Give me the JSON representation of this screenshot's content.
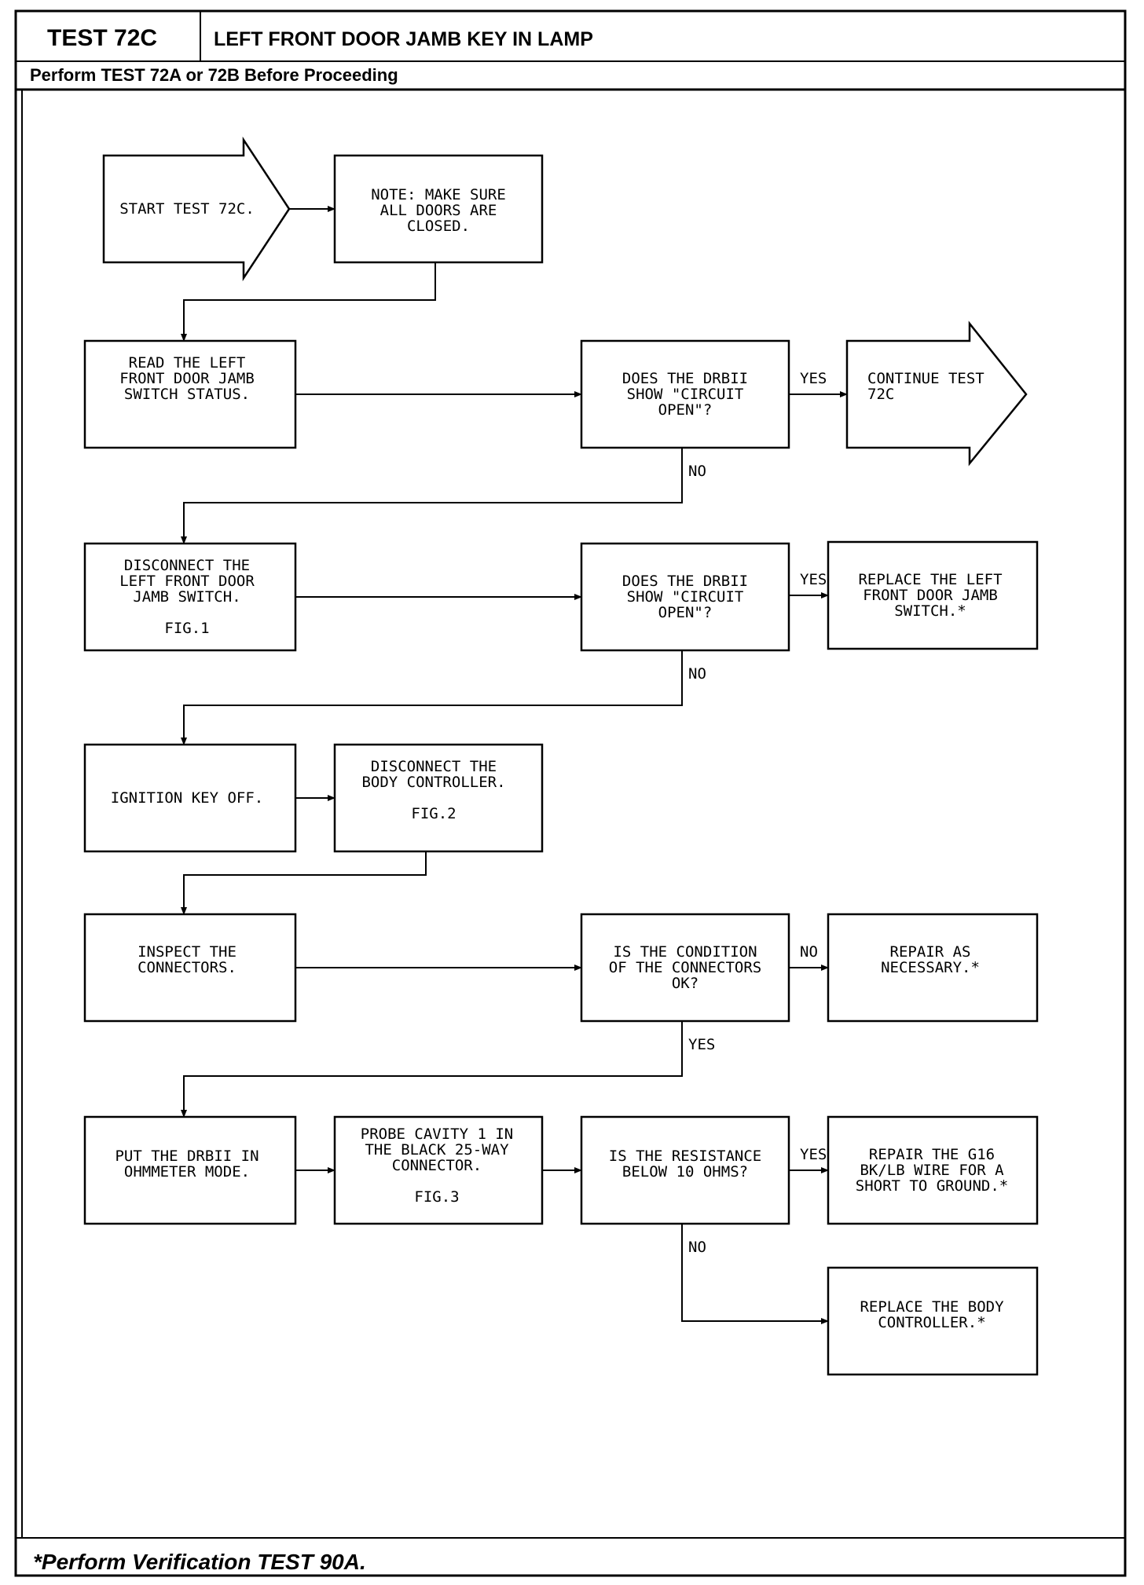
{
  "header": {
    "test_id": "TEST 72C",
    "title": "LEFT FRONT DOOR JAMB KEY IN LAMP",
    "subtitle": "Perform TEST 72A or 72B Before Proceeding"
  },
  "footer": {
    "note": "*Perform Verification TEST 90A."
  },
  "boxes": {
    "start": [
      "START TEST 72C."
    ],
    "note": [
      "NOTE: MAKE SURE",
      "ALL DOORS ARE",
      "CLOSED."
    ],
    "read_status": [
      "READ THE LEFT",
      "FRONT DOOR JAMB",
      "SWITCH STATUS."
    ],
    "q_circuit_open_1": [
      "DOES THE DRBII",
      "SHOW \"CIRCUIT",
      "OPEN\"?"
    ],
    "continue": [
      "CONTINUE TEST",
      "72C"
    ],
    "disconnect_switch": [
      "DISCONNECT THE",
      "LEFT FRONT DOOR",
      "JAMB SWITCH.",
      "",
      "FIG.1"
    ],
    "q_circuit_open_2": [
      "DOES THE DRBII",
      "SHOW \"CIRCUIT",
      "OPEN\"?"
    ],
    "replace_switch": [
      "REPLACE THE LEFT",
      "FRONT DOOR JAMB",
      "SWITCH.*"
    ],
    "ignition_off": [
      "IGNITION KEY OFF."
    ],
    "disconnect_body": [
      "DISCONNECT THE",
      "BODY CONTROLLER.",
      "",
      "FIG.2"
    ],
    "inspect": [
      "INSPECT THE",
      "CONNECTORS."
    ],
    "q_connectors": [
      "IS THE CONDITION",
      "OF THE CONNECTORS",
      "OK?"
    ],
    "repair_necessary": [
      "REPAIR AS",
      "NECESSARY.*"
    ],
    "ohmmeter": [
      "PUT THE DRBII IN",
      "OHMMETER MODE."
    ],
    "probe": [
      "PROBE CAVITY 1 IN",
      "THE BLACK 25-WAY",
      "CONNECTOR.",
      "",
      "FIG.3"
    ],
    "q_resistance": [
      "IS THE RESISTANCE",
      "BELOW 10 OHMS?"
    ],
    "repair_g16": [
      "REPAIR THE G16",
      "BK/LB WIRE FOR A",
      "SHORT TO GROUND.*"
    ],
    "replace_body": [
      "REPLACE THE BODY",
      "CONTROLLER.*"
    ]
  },
  "labels": {
    "yes1": "YES",
    "no1": "NO",
    "yes2": "YES",
    "no2": "NO",
    "no3": "NO",
    "yes3": "YES",
    "yes4": "YES",
    "no4": "NO"
  }
}
